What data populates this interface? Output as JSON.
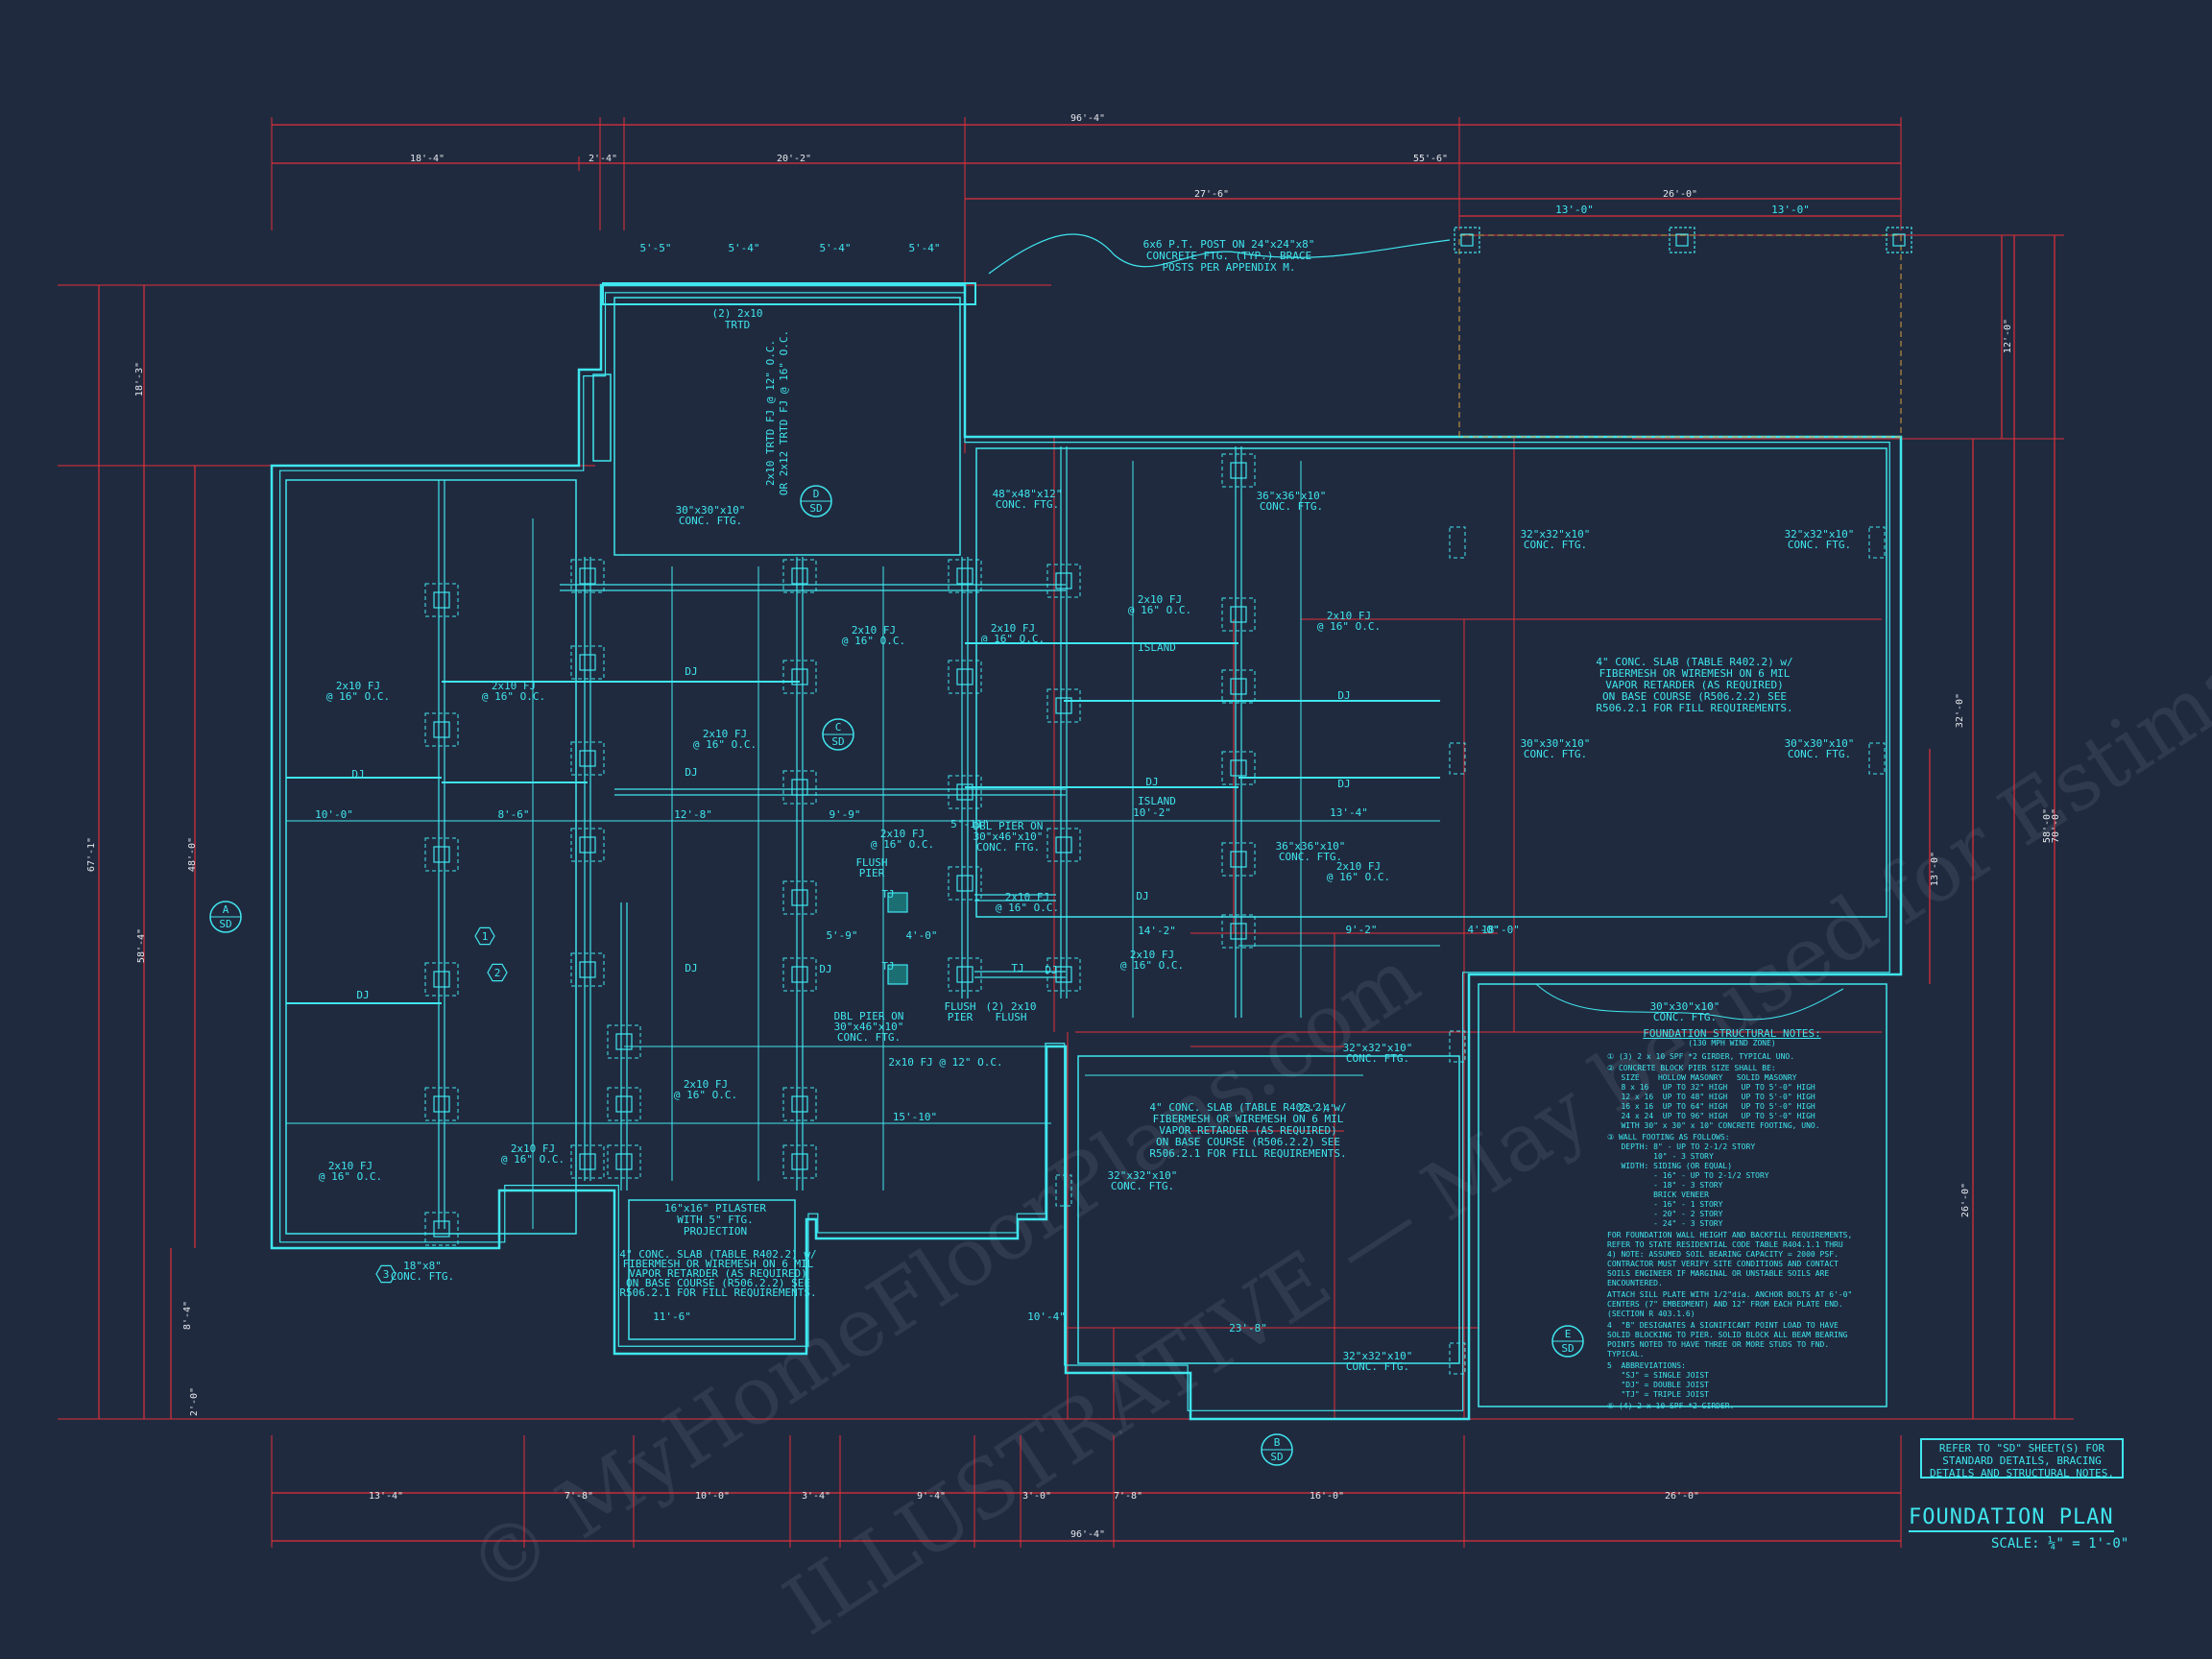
{
  "sheet": {
    "title": "FOUNDATION PLAN",
    "scale": "SCALE: ¼\" = 1'-0\"",
    "refer_note": [
      "REFER TO \"SD\" SHEET(S) FOR",
      "STANDARD DETAILS, BRACING",
      "DETAILS AND STRUCTURAL NOTES."
    ]
  },
  "watermark": {
    "line1": "© MyHomeFloorPlans.com",
    "line2": "ILLUSTRATIVE — May be used for Estimation"
  },
  "colors": {
    "background": "#202a3f",
    "linework": "#3fe6ee",
    "dimension": "#e1303a"
  },
  "dimensions": {
    "overall_top": "96'-4\"",
    "top_row1": [
      "18'-4\"",
      "2'-4\"",
      "20'-2\"",
      "55'-6\""
    ],
    "top_row2": [
      "27'-6\"",
      "26'-0\""
    ],
    "porch": [
      "13'-0\"",
      "13'-0\""
    ],
    "bay": [
      "5'-5\"",
      "5'-4\"",
      "5'-4\"",
      "5'-4\""
    ],
    "bottom_row": [
      "13'-4\"",
      "7'-8\"",
      "10'-0\"",
      "3'-4\"",
      "9'-4\"",
      "3'-0\"",
      "7'-8\"",
      "16'-0\"",
      "26'-0\""
    ],
    "overall_bottom": "96'-4\"",
    "left": [
      "67'-1\"",
      "18'-3\"",
      "48'-0\"",
      "58'-4\"",
      "8'-4\"",
      "2'-0\""
    ],
    "right": [
      "12'-0\"",
      "32'-0\"",
      "26'-0\"",
      "58'-0\"",
      "70'-0\"",
      "13'-0\""
    ]
  },
  "labels": {
    "post_note": [
      "6x6 P.T. POST ON 24\"x24\"x8\"",
      "CONCRETE FTG. (TYP.) BRACE",
      "POSTS PER APPENDIX M."
    ],
    "trtd": [
      "(2) 2x10",
      "TRTD"
    ],
    "trtd_fj": [
      "2x10 TRTD FJ @ 12\" O.C.",
      "OR 2x12 TRTD FJ @ 16\" O.C."
    ],
    "ftg_30": [
      "30\"x30\"x10\"",
      "CONC. FTG."
    ],
    "ftg_48": [
      "48\"x48\"x12\"",
      "CONC. FTG."
    ],
    "ftg_36": [
      "36\"x36\"x10\"",
      "CONC. FTG."
    ],
    "ftg_32": [
      "32\"x32\"x10\"",
      "CONC. FTG."
    ],
    "fj": [
      "2x10 FJ",
      "@ 16\" O.C."
    ],
    "fj12": "2x10 FJ @ 12\" O.C.",
    "dj": "DJ",
    "tj": "TJ",
    "island": "ISLAND",
    "flush_pier": [
      "FLUSH",
      "PIER"
    ],
    "dbl_pier": [
      "DBL PIER ON",
      "30\"x46\"x10\"",
      "CONC. FTG."
    ],
    "two_flush": [
      "(2) 2x10",
      "FLUSH"
    ],
    "slab_note": [
      "4\" CONC. SLAB (TABLE R402.2) w/",
      "FIBERMESH OR WIREMESH ON 6 MIL",
      "VAPOR RETARDER (AS REQUIRED)",
      "ON BASE COURSE (R506.2.2) SEE",
      "R506.2.1 FOR FILL REQUIREMENTS."
    ],
    "pilaster": [
      "16\"x16\" PILASTER",
      "WITH 5\" FTG.",
      "PROJECTION"
    ],
    "ftg_18": [
      "18\"x8\"",
      "CONC. FTG."
    ],
    "interior": [
      "10'-0\"",
      "8'-6\"",
      "12'-8\"",
      "9'-9\"",
      "5'-11\"",
      "10'-2\"",
      "13'-4\"",
      "14'-2\"",
      "9'-2\"",
      "18'-0\"",
      "4'-0\"",
      "23'-4\"",
      "23'-8\"",
      "11'-6\"",
      "10'-4\"",
      "15'-10\"",
      "5'-9\"",
      "4'-0\""
    ],
    "sections": [
      {
        "letter": "A",
        "sheet": "SD"
      },
      {
        "letter": "B",
        "sheet": "SD"
      },
      {
        "letter": "C",
        "sheet": "SD"
      },
      {
        "letter": "D",
        "sheet": "SD"
      },
      {
        "letter": "E",
        "sheet": "SD"
      }
    ],
    "callouts": [
      "1",
      "2",
      "3"
    ]
  },
  "structural_notes": {
    "title": "FOUNDATION STRUCTURAL NOTES:",
    "subtitle": "(130 MPH WIND ZONE)",
    "items": [
      "① (3) 2 x 10 SPF *2 GIRDER, TYPICAL UNO.",
      "② CONCRETE BLOCK PIER SIZE SHALL BE:\n   SIZE    HOLLOW MASONRY   SOLID MASONRY\n   8 x 16   UP TO 32\" HIGH   UP TO 5'-0\" HIGH\n   12 x 16  UP TO 48\" HIGH   UP TO 5'-0\" HIGH\n   16 x 16  UP TO 64\" HIGH   UP TO 5'-0\" HIGH\n   24 x 24  UP TO 96\" HIGH   UP TO 5'-0\" HIGH\n   WITH 30\" x 30\" x 10\" CONCRETE FOOTING, UNO.",
      "③ WALL FOOTING AS FOLLOWS:\n   DEPTH: 8\" - UP TO 2-1/2 STORY\n          10\" - 3 STORY\n   WIDTH: SIDING (OR EQUAL)\n          - 16\" - UP TO 2-1/2 STORY\n          - 18\" - 3 STORY\n          BRICK VENEER\n          - 16\" - 1 STORY\n          - 20\" - 2 STORY\n          - 24\" - 3 STORY",
      "FOR FOUNDATION WALL HEIGHT AND BACKFILL REQUIREMENTS, REFER TO STATE RESIDENTIAL CODE TABLE R404.1.1 THRU 4) NOTE: ASSUMED SOIL BEARING CAPACITY = 2000 PSF. CONTRACTOR MUST VERIFY SITE CONDITIONS AND CONTACT SOILS ENGINEER IF MARGINAL OR UNSTABLE SOILS ARE ENCOUNTERED.",
      "ATTACH SILL PLATE WITH 1/2\"dia. ANCHOR BOLTS AT 6'-0\" CENTERS (7\" EMBEDMENT) AND 12\" FROM EACH PLATE END. (SECTION R 403.1.6)",
      "4  \"B\" DESIGNATES A SIGNIFICANT POINT LOAD TO HAVE SOLID BLOCKING TO PIER. SOLID BLOCK ALL BEAM BEARING POINTS NOTED TO HAVE THREE OR MORE STUDS TO FND. TYPICAL.",
      "5  ABBREVIATIONS:\n   \"SJ\" = SINGLE JOIST\n   \"DJ\" = DOUBLE JOIST\n   \"TJ\" = TRIPLE JOIST",
      "⑥ (4) 2 x 10 SPF *2 GIRDER."
    ]
  }
}
